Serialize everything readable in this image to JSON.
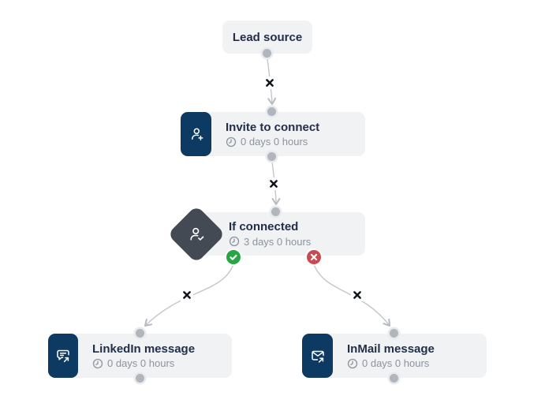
{
  "app": {
    "view": "campaign-workflow-canvas"
  },
  "nodes": [
    {
      "id": "lead-source",
      "label": "Lead source"
    },
    {
      "id": "invite-to-connect",
      "icon": "person-add-icon",
      "title": "Invite to connect",
      "delay": "0 days 0 hours"
    },
    {
      "id": "if-connected",
      "icon": "person-check-icon",
      "title": "If connected",
      "delay": "3 days 0 hours",
      "branches": {
        "yes": "connected",
        "no": "not-connected"
      }
    },
    {
      "id": "linkedin-message",
      "icon": "chat-send-icon",
      "title": "LinkedIn message",
      "delay": "0 days 0 hours"
    },
    {
      "id": "inmail-message",
      "icon": "mail-send-icon",
      "title": "InMail message",
      "delay": "0 days 0 hours"
    }
  ],
  "colors": {
    "accent_navy": "#0d3a63",
    "condition_gray": "#434a54",
    "node_background": "#f0f2f4",
    "title_text": "#232e48",
    "delay_text": "#8d939d",
    "edge_line": "#c3c7cc",
    "port_dot": "#b1b6bd",
    "remove_marker": "#12151d",
    "branch_yes_green": "#28a645",
    "branch_no_red": "#ca4a52"
  }
}
